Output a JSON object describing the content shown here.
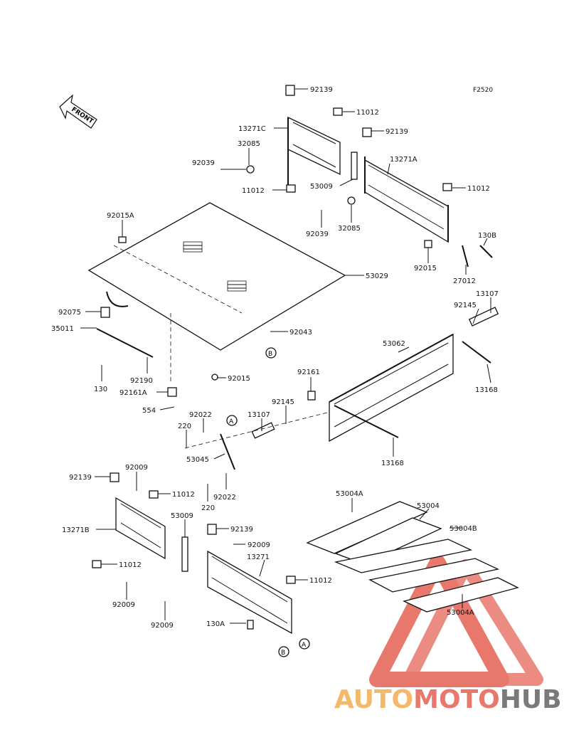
{
  "figure_code": "F2520",
  "front_arrow_label": "FRONT",
  "callout_letters": {
    "a": "A",
    "b": "B"
  },
  "watermark": {
    "part1": "AUTO",
    "part2": "MOTO",
    "part3": "HUB"
  },
  "colors": {
    "watermark_red": "#e8776c",
    "watermark_orange": "#f4b86a",
    "watermark_grey": "#7a7a7a",
    "line": "#111111"
  },
  "labels": {
    "l92139a": "92139",
    "l11012a": "11012",
    "l92139b": "92139",
    "l13271c": "13271C",
    "l32085a": "32085",
    "l92039a": "92039",
    "l13271a": "13271A",
    "l11012b": "11012",
    "l53009a": "53009",
    "l11012c": "11012",
    "l92015a": "92015A",
    "l92039b": "92039",
    "l32085b": "32085",
    "l130b": "130B",
    "l92015b": "92015",
    "l27012": "27012",
    "l53029": "53029",
    "l13107a": "13107",
    "l92145a": "92145",
    "l92075": "92075",
    "l35011": "35011",
    "l92043": "92043",
    "l53062": "53062",
    "l130": "130",
    "l92190": "92190",
    "l92161a": "92161A",
    "l92015c": "92015",
    "l13168a": "13168",
    "l92161": "92161",
    "l554": "554",
    "l92022a": "92022",
    "l92145b": "92145",
    "l13107b": "13107",
    "l220a": "220",
    "l53045": "53045",
    "l13168b": "13168",
    "l92139c": "92139",
    "l92009a": "92009",
    "l11012d": "11012",
    "l220b": "220",
    "l92022b": "92022",
    "l53004a1": "53004A",
    "l53009b": "53009",
    "l53004": "53004",
    "l13271b": "13271B",
    "l92139d": "92139",
    "l92009b": "92009",
    "l53004b": "53004B",
    "l13271": "13271",
    "l11012e": "11012",
    "l11012f": "11012",
    "l92009c": "92009",
    "l53004a2": "53004A",
    "l130a": "130A",
    "l92009d": "92009"
  }
}
